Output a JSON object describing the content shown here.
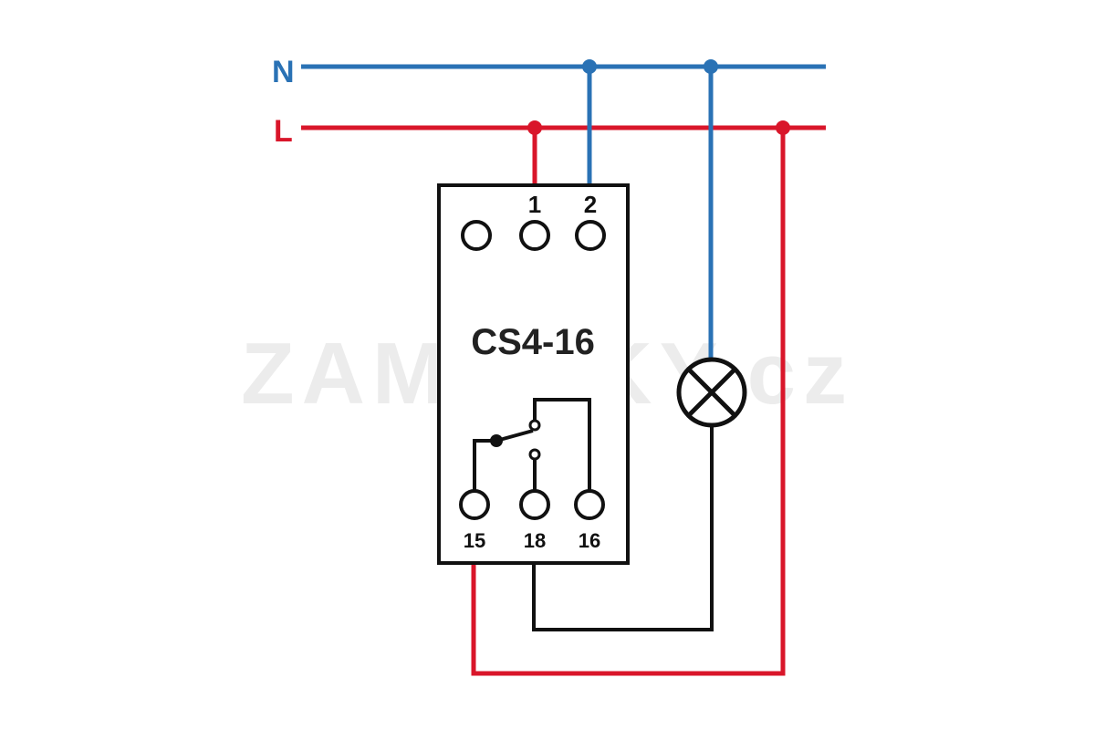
{
  "colors": {
    "neutral": "#2a72b5",
    "line": "#d9162a",
    "wire": "#111111",
    "watermark": "#ececec"
  },
  "bus": {
    "neutral_label": "N",
    "line_label": "L"
  },
  "device": {
    "model": "CS4-16",
    "top_terminals": [
      "",
      "1",
      "2"
    ],
    "bottom_terminals": [
      "15",
      "18",
      "16"
    ]
  },
  "load": {
    "icon": "lamp-icon"
  },
  "watermark": {
    "text": "ZAMECKY.cz"
  }
}
